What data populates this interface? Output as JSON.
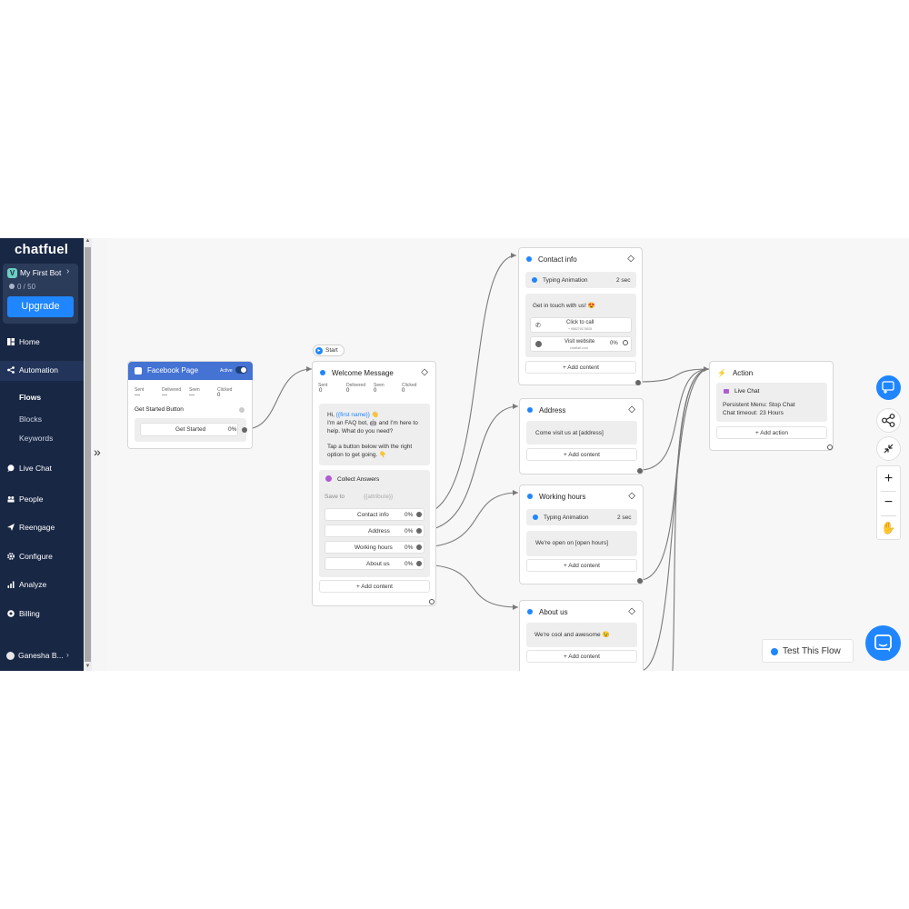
{
  "brand": {
    "logo": "chatfuel"
  },
  "bot": {
    "name": "My First Bot",
    "count": "0 / 50",
    "upgrade_label": "Upgrade",
    "avatar_letter": "V"
  },
  "nav": {
    "home": "Home",
    "automation": "Automation",
    "flows": "Flows",
    "blocks": "Blocks",
    "keywords": "Keywords",
    "live_chat": "Live Chat",
    "people": "People",
    "reengage": "Reengage",
    "configure": "Configure",
    "analyze": "Analyze",
    "billing": "Billing"
  },
  "user": {
    "name": "Ganesha B..."
  },
  "canvas": {
    "start_label": "Start",
    "test_flow_label": "Test This Flow"
  },
  "fb_card": {
    "title": "Facebook Page",
    "status": "Active",
    "stats": [
      {
        "label": "Sent",
        "value": "—"
      },
      {
        "label": "Delivered",
        "value": "—"
      },
      {
        "label": "Seen",
        "value": "—"
      },
      {
        "label": "Clicked",
        "value": "0"
      }
    ],
    "section": "Get Started Button",
    "button": {
      "label": "Get Started",
      "pct": "0%"
    }
  },
  "welcome": {
    "title": "Welcome Message",
    "stats": [
      {
        "label": "Sent",
        "value": "0"
      },
      {
        "label": "Delivered",
        "value": "0"
      },
      {
        "label": "Seen",
        "value": "0"
      },
      {
        "label": "Clicked",
        "value": "0"
      }
    ],
    "greeting_prefix": "Hi, ",
    "greeting_var": "{{first name}}",
    "greeting_emoji": " 👋",
    "line2": "I'm an FAQ bot, 🤖 and I'm here to",
    "line3": "help. What do you need?",
    "line4": "Tap a button below with the right",
    "line5": "option to get going. 👇",
    "collect_title": "Collect Answers",
    "save_to": "Save to",
    "attribute": "{{attribute}}",
    "buttons": [
      {
        "label": "Contact info",
        "pct": "0%"
      },
      {
        "label": "Address",
        "pct": "0%"
      },
      {
        "label": "Working hours",
        "pct": "0%"
      },
      {
        "label": "About us",
        "pct": "0%"
      }
    ],
    "add_content": "+ Add content"
  },
  "contact": {
    "title": "Contact info",
    "typing": "Typing Animation",
    "typing_time": "2 sec",
    "text": "Get in touch with us! 😍",
    "call_label": "Click to call",
    "call_sub": "+ 988279176525",
    "site_label": "Visit website",
    "site_sub": "chatfuel.com",
    "site_pct": "0%",
    "add_content": "+ Add content"
  },
  "address": {
    "title": "Address",
    "text": "Come visit us at [address]",
    "add_content": "+ Add content"
  },
  "hours": {
    "title": "Working hours",
    "typing": "Typing Animation",
    "typing_time": "2 sec",
    "text": "We're open on [open hours]",
    "add_content": "+ Add content"
  },
  "about": {
    "title": "About us",
    "text": "We're cool and awesome 😉",
    "add_content": "+ Add content"
  },
  "action": {
    "title": "Action",
    "sub_title": "Live Chat",
    "line1": "Persistent Menu: Stop Chat",
    "line2": "Chat timeout: 23 Hours",
    "add_action": "+ Add action"
  },
  "colors": {
    "sidebar": "#182744",
    "accent": "#1f86ff",
    "fb_blue": "#4573d3"
  }
}
